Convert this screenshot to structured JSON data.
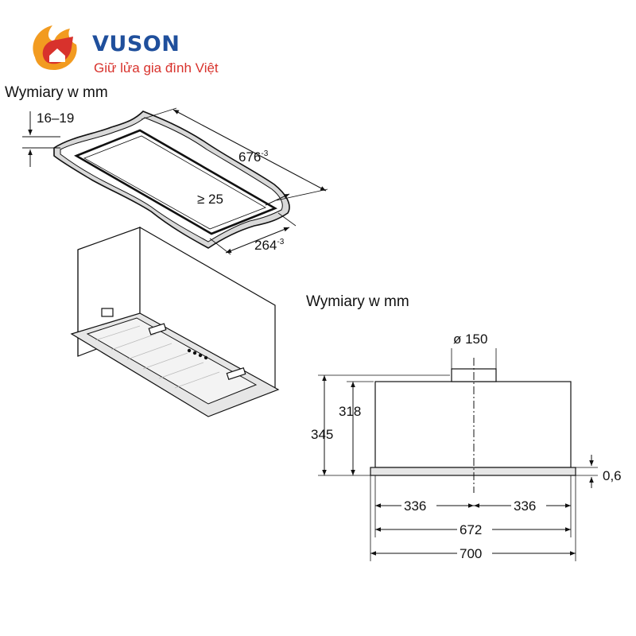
{
  "brand": {
    "name": "VUSON",
    "slogan": "Giữ lửa gia đình Việt"
  },
  "headings": {
    "top": "Wymiary w mm",
    "bottom": "Wymiary w mm"
  },
  "cutout": {
    "thickness": "16–19",
    "length": "676",
    "length_tol": "-3",
    "margin": "≥ 25",
    "width": "264",
    "width_tol": "-3"
  },
  "front_view": {
    "duct_diameter": "ø 150",
    "total_height": "345",
    "body_height": "318",
    "frame_thickness": "0,6",
    "half_left": "336",
    "half_right": "336",
    "body_width": "672",
    "frame_width": "700"
  },
  "colors": {
    "brand_blue": "#1f4f9c",
    "brand_red": "#d8322c",
    "brand_orange": "#f29b20",
    "line": "#111111",
    "frame_tint": "#e6e6e6"
  }
}
